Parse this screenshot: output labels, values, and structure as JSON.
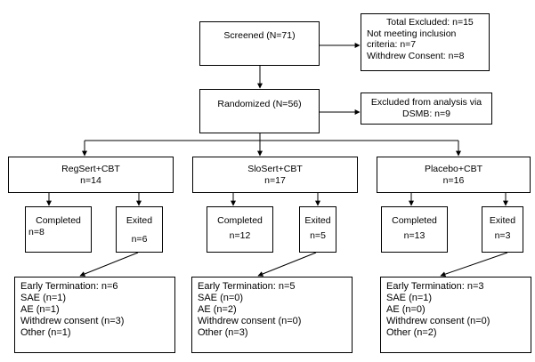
{
  "screened": {
    "label": "Screened (N=71)"
  },
  "excluded": {
    "lines": [
      "Total Excluded: n=15",
      "Not meeting inclusion",
      "criteria: n=7",
      "Withdrew Consent: n=8"
    ]
  },
  "randomized": {
    "label": "Randomized (N=56)"
  },
  "excluded_analysis": {
    "lines": [
      "Excluded from analysis via",
      "DSMB: n=9"
    ]
  },
  "arms": [
    {
      "name": "RegSert+CBT",
      "n": "n=14",
      "completed": {
        "label": "Completed",
        "n": "n=8"
      },
      "exited": {
        "label": "Exited",
        "n": "n=6"
      },
      "termination": {
        "lines": [
          "Early Termination: n=6",
          "SAE (n=1)",
          "AE (n=1)",
          "Withdrew consent (n=3)",
          "Other (n=1)"
        ]
      }
    },
    {
      "name": "SloSert+CBT",
      "n": "n=17",
      "completed": {
        "label": "Completed",
        "n": "n=12"
      },
      "exited": {
        "label": "Exited",
        "n": "n=5"
      },
      "termination": {
        "lines": [
          "Early Termination: n=5",
          "SAE (n=0)",
          "AE (n=2)",
          "Withdrew consent (n=0)",
          "Other (n=3)"
        ]
      }
    },
    {
      "name": "Placebo+CBT",
      "n": "n=16",
      "completed": {
        "label": "Completed",
        "n": "n=13"
      },
      "exited": {
        "label": "Exited",
        "n": "n=3"
      },
      "termination": {
        "lines": [
          "Early Termination: n=3",
          "SAE (n=1)",
          "AE (n=0)",
          "Withdrew consent (n=0)",
          "Other (n=2)"
        ]
      }
    }
  ]
}
